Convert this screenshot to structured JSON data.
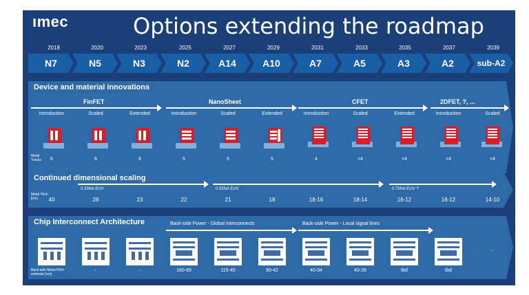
{
  "header": {
    "logo": "ımec",
    "title": "Options extending the roadmap"
  },
  "years": [
    "2018",
    "2020",
    "2023",
    "2025",
    "2027",
    "2029",
    "2031",
    "2033",
    "2035",
    "2037",
    "2039"
  ],
  "nodes": [
    "N7",
    "N5",
    "N3",
    "N2",
    "A14",
    "A10",
    "A7",
    "A5",
    "A3",
    "A2",
    "sub-A2"
  ],
  "device": {
    "title": "Device and material innovations",
    "families": [
      "FinFET",
      "NanoSheet",
      "CFET",
      "2DFET, ?, ..."
    ],
    "stages": [
      "Introduction",
      "Scaled",
      "Extended",
      "Introduction",
      "Scaled",
      "Extended",
      "Introduction",
      "Scaled",
      "Extended",
      "Introduction",
      "Scaled"
    ],
    "tracks_label": "Metal Tracks",
    "tracks": [
      "6",
      "6",
      "6",
      "5",
      "5",
      "5",
      "4",
      "<4",
      "<4",
      "<4",
      "<4"
    ],
    "colors": {
      "chip": "#d51f2a",
      "base": "#7fb1dc"
    }
  },
  "scaling": {
    "title": "Continued dimensional scaling",
    "pitch_label": "Metal Pitch [nm]",
    "euv": [
      "0.33NA EUV",
      "0.55NA EUV",
      "0.75NA EUV ?"
    ],
    "pitches": [
      "40",
      "28",
      "23",
      "22",
      "21",
      "18",
      "18-16",
      "18-14",
      "16-12",
      "16-12",
      "14-10"
    ]
  },
  "interconnect": {
    "title": "Chip Interconnect Architecture",
    "bsp_global": "Back-side Power - Global interconnects",
    "bsp_local": "Back-side Power - Local signal lines",
    "pitch_label": "Back-side Metal Pitch estimate [nm]",
    "values": [
      "",
      "-",
      "-",
      "160-65",
      "115-45",
      "90-42",
      "40-34",
      "40-28",
      "tbd",
      "tbd",
      "..."
    ]
  },
  "colors": {
    "slide_bg": "#1b3f78",
    "node_bg": "#1a5fa6",
    "panel_bg": "#2e6aa8"
  }
}
